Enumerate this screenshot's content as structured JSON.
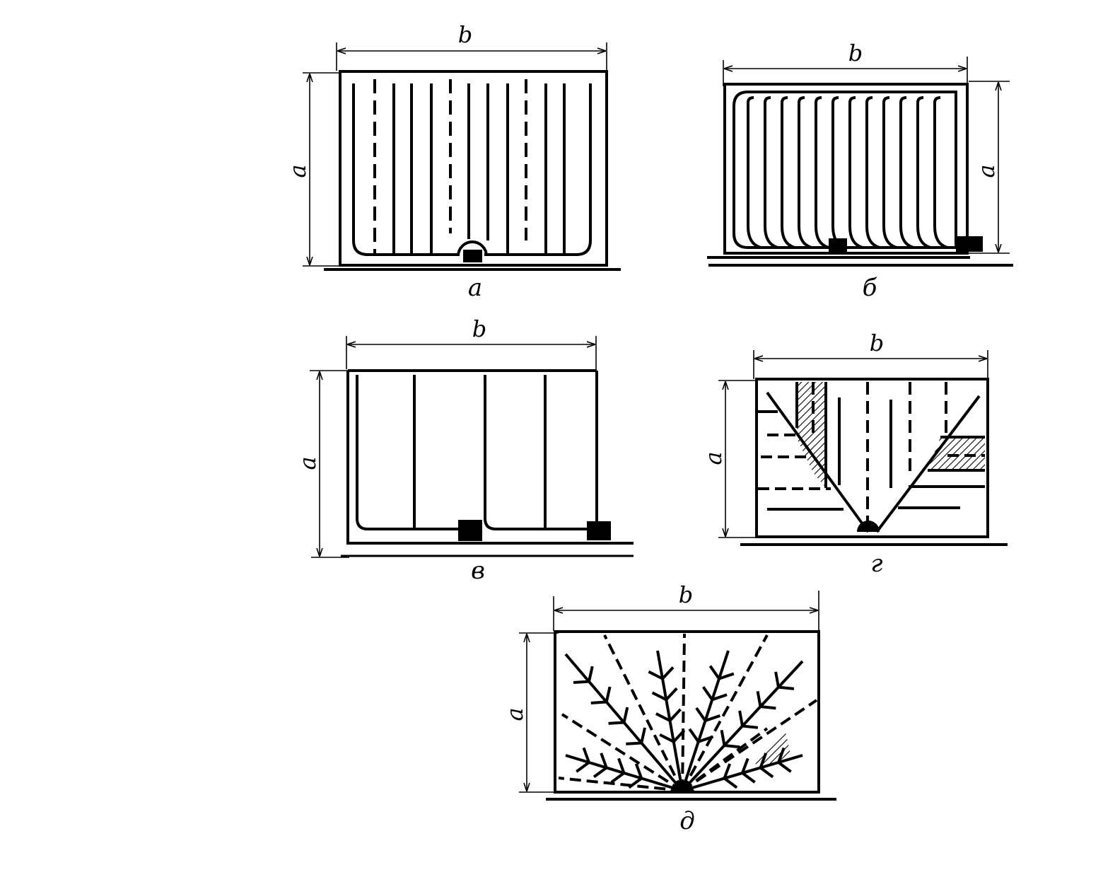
{
  "colors": {
    "ink": "#000000",
    "paper": "#ffffff"
  },
  "panels": [
    {
      "id": "a",
      "caption": "а",
      "width_label": "b",
      "height_label": "a"
    },
    {
      "id": "b",
      "caption": "б",
      "width_label": "b",
      "height_label": "a"
    },
    {
      "id": "v",
      "caption": "в",
      "width_label": "b",
      "height_label": "a"
    },
    {
      "id": "g",
      "caption": "г",
      "width_label": "b",
      "height_label": "a"
    },
    {
      "id": "d",
      "caption": "д",
      "width_label": "b",
      "height_label": "a"
    }
  ]
}
